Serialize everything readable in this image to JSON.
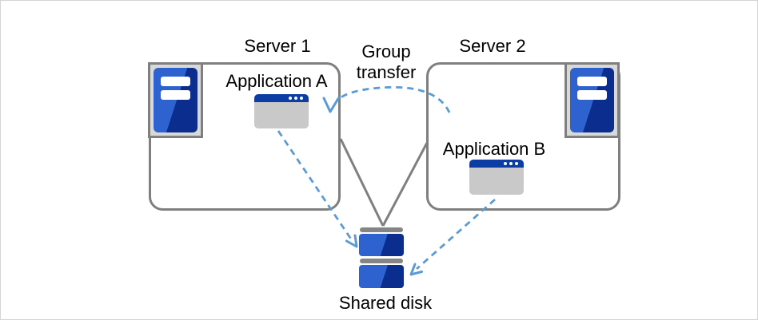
{
  "diagram": {
    "servers": [
      {
        "label": "Server 1",
        "app_label": "Application A"
      },
      {
        "label": "Server 2",
        "app_label": "Application B"
      }
    ],
    "connections": {
      "group_transfer_label": "Group transfer"
    },
    "storage": {
      "label": "Shared disk"
    }
  },
  "icons": {
    "server": "server-tower-icon",
    "application": "application-window-icon",
    "shared_disk": "disk-stack-icon"
  },
  "colors": {
    "arrow_blue": "#5B9BD5",
    "line_gray": "#7F7F7F",
    "icon_blue_light": "#2E62CF",
    "icon_blue_dark": "#0B2D8D",
    "icon_frame_gray": "#D9D9D9",
    "window_titlebar_blue": "#0B3DA5",
    "window_body_gray": "#C9C9C9",
    "disk_bar_gray": "#858585",
    "text_black": "#000000",
    "background_white": "#FFFFFF"
  }
}
